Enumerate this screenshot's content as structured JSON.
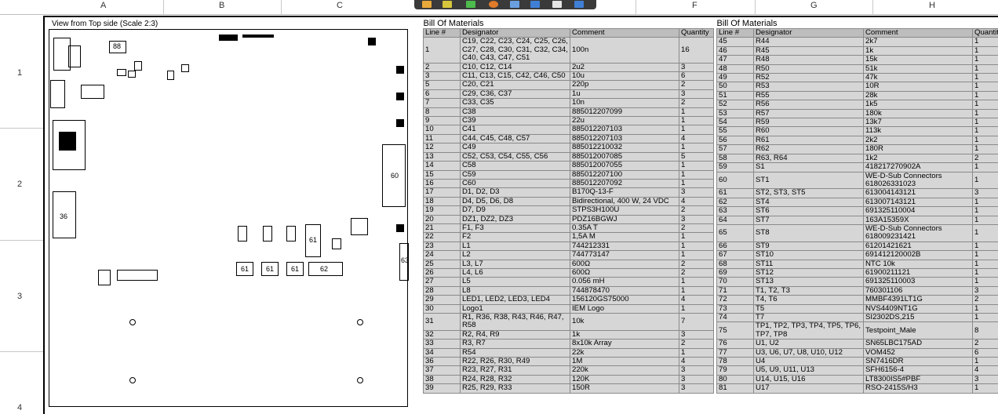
{
  "frame": {
    "columns": [
      "A",
      "B",
      "C",
      "F",
      "G",
      "H"
    ],
    "rows": [
      "1",
      "2",
      "3",
      "4"
    ]
  },
  "pcb": {
    "view_title": "View from Top side (Scale 2:3)",
    "component_labels": [
      "88",
      "61",
      "61",
      "61",
      "62",
      "61",
      "60",
      "63",
      "36"
    ],
    "fiducials": 4
  },
  "bom_left": {
    "title": "Bill Of Materials",
    "headers": [
      "Line #",
      "Designator",
      "Comment",
      "Quantity"
    ],
    "rows": [
      [
        "1",
        "C19, C22, C23, C24, C25, C26, C27, C28, C30, C31, C32, C34, C40, C43, C47, C51",
        "100n",
        "16"
      ],
      [
        "2",
        "C10, C12, C14",
        "2u2",
        "3"
      ],
      [
        "3",
        "C11, C13, C15, C42, C46, C50",
        "10u",
        "6"
      ],
      [
        "5",
        "C20, C21",
        "220p",
        "2"
      ],
      [
        "6",
        "C29, C36, C37",
        "1u",
        "3"
      ],
      [
        "7",
        "C33, C35",
        "10n",
        "2"
      ],
      [
        "8",
        "C38",
        "885012207099",
        "1"
      ],
      [
        "9",
        "C39",
        "22u",
        "1"
      ],
      [
        "10",
        "C41",
        "885012207103",
        "1"
      ],
      [
        "11",
        "C44, C45, C48, C57",
        "885012207103",
        "4"
      ],
      [
        "12",
        "C49",
        "885012210032",
        "1"
      ],
      [
        "13",
        "C52, C53, C54, C55, C56",
        "885012007085",
        "5"
      ],
      [
        "14",
        "C58",
        "885012007055",
        "1"
      ],
      [
        "15",
        "C59",
        "885012207100",
        "1"
      ],
      [
        "16",
        "C60",
        "885012207092",
        "1"
      ],
      [
        "17",
        "D1, D2, D3",
        "B170Q-13-F",
        "3"
      ],
      [
        "18",
        "D4, D5, D6, D8",
        "Bidirectional, 400 W, 24 VDC",
        "4"
      ],
      [
        "19",
        "D7, D9",
        "STPS3H100U",
        "2"
      ],
      [
        "20",
        "DZ1, DZ2, DZ3",
        "PDZ16BGWJ",
        "3"
      ],
      [
        "21",
        "F1, F3",
        "0.35A T",
        "2"
      ],
      [
        "22",
        "F2",
        "1,5A M",
        "1"
      ],
      [
        "23",
        "L1",
        "744212331",
        "1"
      ],
      [
        "24",
        "L2",
        "744773147",
        "1"
      ],
      [
        "25",
        "L3, L7",
        "600Ω",
        "2"
      ],
      [
        "26",
        "L4, L6",
        "600Ω",
        "2"
      ],
      [
        "27",
        "L5",
        "0.056 mH",
        "1"
      ],
      [
        "28",
        "L8",
        "744878470",
        "1"
      ],
      [
        "29",
        "LED1, LED2, LED3, LED4",
        "156120GS75000",
        "4"
      ],
      [
        "30",
        "Logo1",
        "IEM Logo",
        "1"
      ],
      [
        "31",
        "R1, R36, R38, R43, R46, R47, R58",
        "10k",
        "7"
      ],
      [
        "32",
        "R2, R4, R9",
        "1k",
        "3"
      ],
      [
        "33",
        "R3, R7",
        "8x10k Array",
        "2"
      ],
      [
        "34",
        "R54",
        "22k",
        "1"
      ],
      [
        "36",
        "R22, R26, R30, R49",
        "1M",
        "4"
      ],
      [
        "37",
        "R23, R27, R31",
        "220k",
        "3"
      ],
      [
        "38",
        "R24, R28, R32",
        "120K",
        "3"
      ],
      [
        "39",
        "R25, R29, R33",
        "150R",
        "3"
      ]
    ]
  },
  "bom_right": {
    "title": "Bill Of Materials",
    "headers": [
      "Line #",
      "Designator",
      "Comment",
      "Quantity"
    ],
    "rows": [
      [
        "45",
        "R44",
        "2k7",
        "1"
      ],
      [
        "46",
        "R45",
        "1k",
        "1"
      ],
      [
        "47",
        "R48",
        "15k",
        "1"
      ],
      [
        "48",
        "R50",
        "51k",
        "1"
      ],
      [
        "49",
        "R52",
        "47k",
        "1"
      ],
      [
        "50",
        "R53",
        "10R",
        "1"
      ],
      [
        "51",
        "R55",
        "28k",
        "1"
      ],
      [
        "52",
        "R56",
        "1k5",
        "1"
      ],
      [
        "53",
        "R57",
        "180k",
        "1"
      ],
      [
        "54",
        "R59",
        "13k7",
        "1"
      ],
      [
        "55",
        "R60",
        "113k",
        "1"
      ],
      [
        "56",
        "R61",
        "2k2",
        "1"
      ],
      [
        "57",
        "R62",
        "180R",
        "1"
      ],
      [
        "58",
        "R63, R64",
        "1k2",
        "2"
      ],
      [
        "59",
        "S1",
        "418217270902A",
        "1"
      ],
      [
        "60",
        "ST1",
        "WE-D-Sub Connectors 618026331023",
        "1"
      ],
      [
        "61",
        "ST2, ST3, ST5",
        "613004143121",
        "3"
      ],
      [
        "62",
        "ST4",
        "613007143121",
        "1"
      ],
      [
        "63",
        "ST6",
        "691325110004",
        "1"
      ],
      [
        "64",
        "ST7",
        "163A15359X",
        "1"
      ],
      [
        "65",
        "ST8",
        "WE-D-Sub Connectors 618009231421",
        "1"
      ],
      [
        "66",
        "ST9",
        "61201421621",
        "1"
      ],
      [
        "67",
        "ST10",
        "691412120002B",
        "1"
      ],
      [
        "68",
        "ST11",
        "NTC 10k",
        "1"
      ],
      [
        "69",
        "ST12",
        "61900211121",
        "1"
      ],
      [
        "70",
        "ST13",
        "691325110003",
        "1"
      ],
      [
        "71",
        "T1, T2, T3",
        "760301106",
        "3"
      ],
      [
        "72",
        "T4, T6",
        "MMBF4391LT1G",
        "2"
      ],
      [
        "73",
        "T5",
        "NVS4409NT1G",
        "1"
      ],
      [
        "74",
        "T7",
        "SI2302DS,215",
        "1"
      ],
      [
        "75",
        "TP1, TP2, TP3, TP4, TP5, TP6, TP7, TP8",
        "Testpoint_Male",
        "8"
      ],
      [
        "76",
        "U1, U2",
        "SN65LBC175AD",
        "2"
      ],
      [
        "77",
        "U3, U6, U7, U8, U10, U12",
        "VOM452",
        "6"
      ],
      [
        "78",
        "U4",
        "SN7416DR",
        "1"
      ],
      [
        "79",
        "U5, U9, U11, U13",
        "SFH6156-4",
        "4"
      ],
      [
        "80",
        "U14, U15, U16",
        "LT8300IS5#PBF",
        "3"
      ],
      [
        "81",
        "U17",
        "RSO-2415S/H3",
        "1"
      ]
    ]
  }
}
